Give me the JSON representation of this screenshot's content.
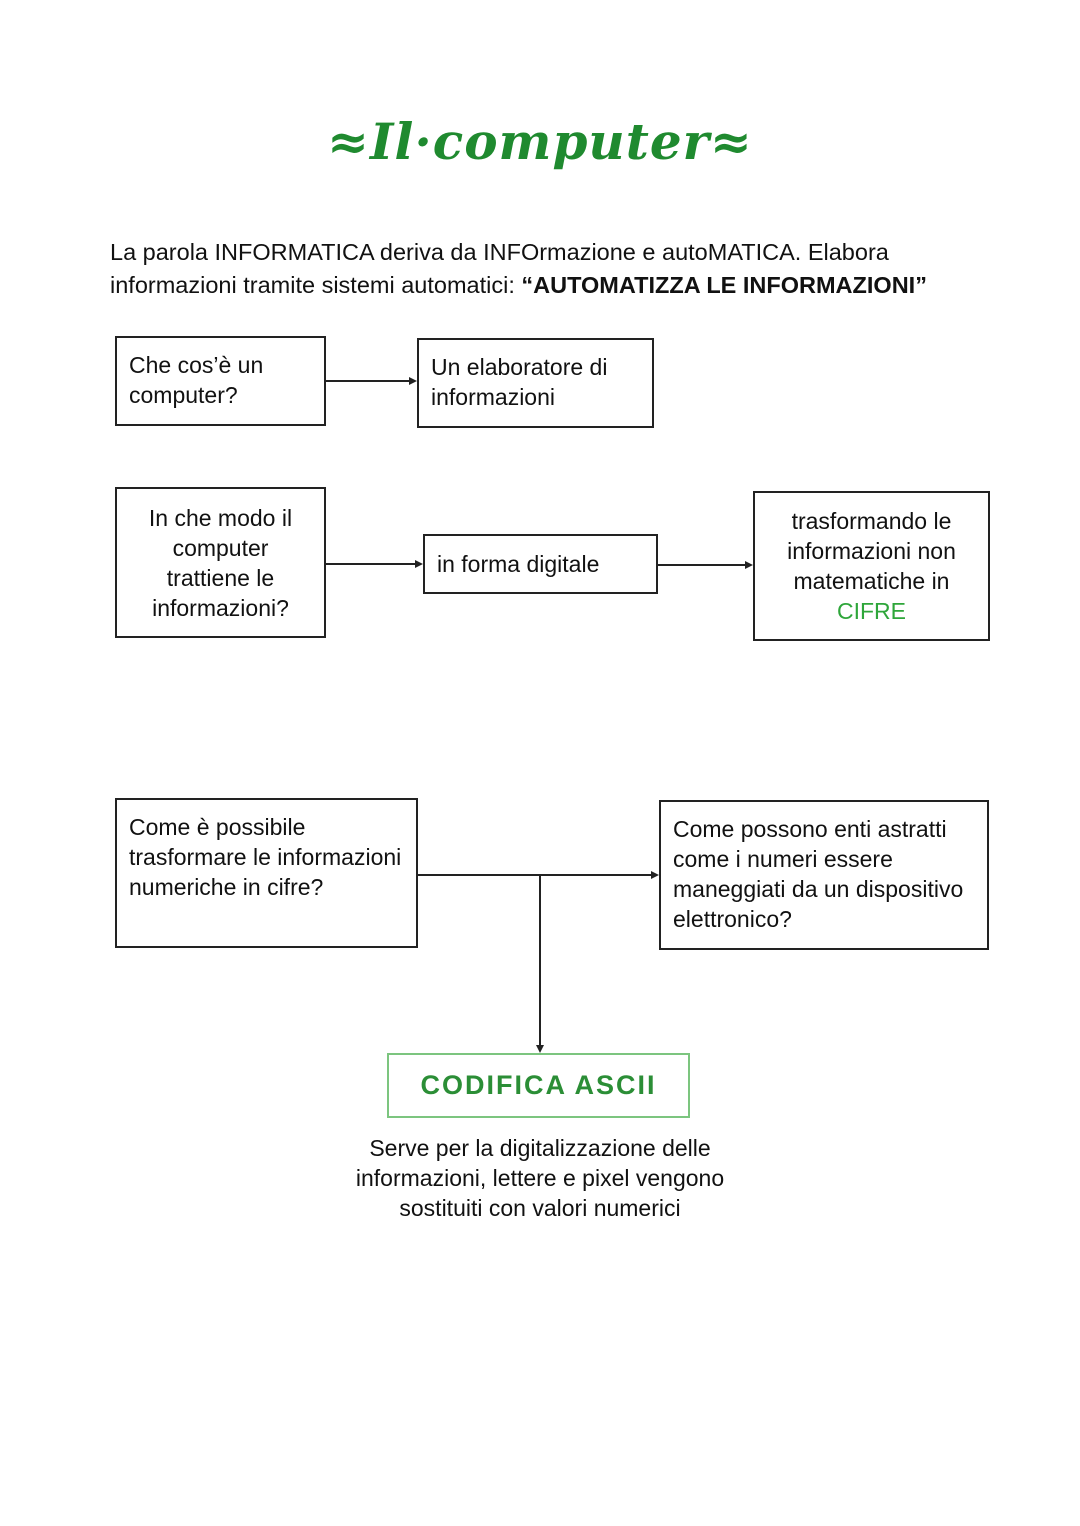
{
  "title": "≈Il·computer≈",
  "intro": {
    "line1": "La parola INFORMATICA deriva da INFOrmazione e autoMATICA. Elabora",
    "line2_prefix": "informazioni tramite sistemi automatici: ",
    "line2_bold": "“AUTOMATIZZA LE INFORMAZIONI”"
  },
  "boxes": {
    "q1": "Che cos’è un computer?",
    "a1": "Un elaboratore di informazioni",
    "q2": "In che modo il computer trattiene le informazioni?",
    "a2": "in forma digitale",
    "a2b_text": "trasformando le informazioni non matematiche in",
    "a2b_highlight": "CIFRE",
    "q3": "Come è possibile trasformare le informazioni numeriche in cifre?",
    "q4": "Come possono enti astratti come i numeri essere maneggiati da un dispositivo elettronico?"
  },
  "codifica": {
    "label": "CODIFICA ASCII",
    "description": "Serve per la digitalizzazione delle informazioni, lettere e pixel vengono sostituiti con valori numerici"
  },
  "colors": {
    "title": "#1f8a2f",
    "highlight": "#2ea63a",
    "codifica_border": "#7cc57f"
  }
}
